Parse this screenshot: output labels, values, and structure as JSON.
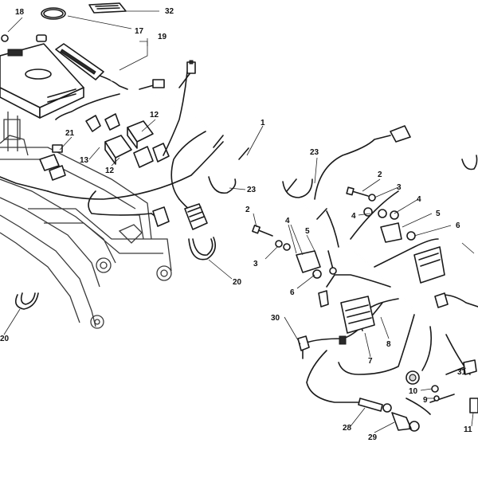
{
  "callouts": {
    "c1": "1",
    "c2a": "2",
    "c2b": "2",
    "c3a": "3",
    "c3b": "3",
    "c4a": "4",
    "c4b": "4",
    "c4c": "4",
    "c5a": "5",
    "c5b": "5",
    "c6a": "6",
    "c6b": "6",
    "c7": "7",
    "c8": "8",
    "c9": "9",
    "c10": "10",
    "c11": "11",
    "c12a": "12",
    "c12b": "12",
    "c13": "13",
    "c17": "17",
    "c18": "18",
    "c19": "19",
    "c20a": "20",
    "c20b": "20",
    "c21": "21",
    "c23a": "23",
    "c23b": "23",
    "c28": "28",
    "c29": "29",
    "c30": "30",
    "c31": "31",
    "c32": "32"
  }
}
